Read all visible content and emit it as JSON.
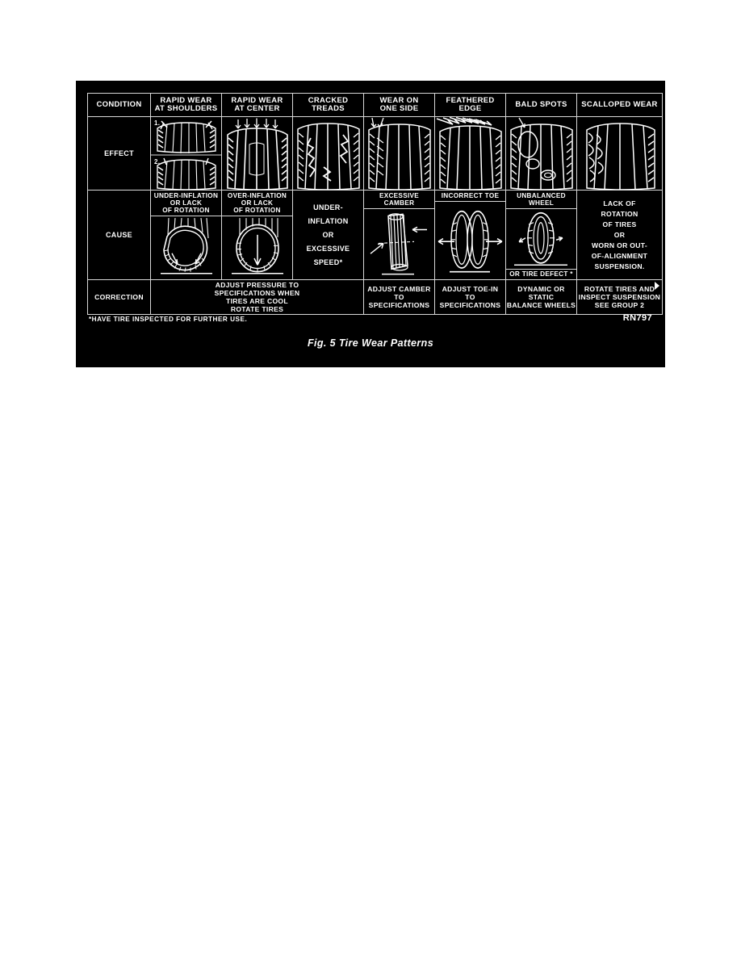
{
  "figure": {
    "caption": "Fig. 5 Tire Wear Patterns",
    "code": "RN797",
    "footnote": "*HAVE TIRE INSPECTED FOR FURTHER USE."
  },
  "table": {
    "row_labels": {
      "condition": "CONDITION",
      "effect": "EFFECT",
      "cause": "CAUSE",
      "correction": "CORRECTION"
    },
    "conditions": [
      "RAPID WEAR\nAT  SHOULDERS",
      "RAPID WEAR\nAT CENTER",
      "CRACKED TREADS",
      "WEAR ON\nONE SIDE",
      "FEATHERED  EDGE",
      "BALD SPOTS",
      "SCALLOPED   WEAR"
    ],
    "condition_lines": [
      [
        "RAPID WEAR",
        "AT  SHOULDERS"
      ],
      [
        "RAPID WEAR",
        "AT CENTER"
      ],
      [
        "CRACKED TREADS"
      ],
      [
        "WEAR ON",
        "ONE SIDE"
      ],
      [
        "FEATHERED  EDGE"
      ],
      [
        "BALD SPOTS"
      ],
      [
        "SCALLOPED   WEAR"
      ]
    ],
    "effect_captions": [
      "1.",
      "2."
    ],
    "causes": [
      {
        "heading_lines": [
          "UNDER-INFLATION",
          "OR LACK",
          "OF ROTATION"
        ],
        "footer": ""
      },
      {
        "heading_lines": [
          "OVER-INFLATION",
          "OR LACK",
          "OF ROTATION"
        ],
        "footer": ""
      },
      {
        "text_lines": [
          "UNDER-INFLATION",
          "OR",
          "EXCESSIVE SPEED*"
        ]
      },
      {
        "heading_lines": [
          "EXCESSIVE CAMBER"
        ],
        "footer": ""
      },
      {
        "heading_lines": [
          "INCORRECT TOE"
        ],
        "footer": ""
      },
      {
        "heading_lines": [
          "UNBALANCED",
          "WHEEL"
        ],
        "footer": "OR  TIRE   DEFECT *"
      },
      {
        "text_lines": [
          "LACK    OF",
          "ROTATION",
          "OF    TIRES",
          "OR",
          "WORN OR  OUT-",
          "OF-ALIGNMENT",
          "SUSPENSION."
        ]
      }
    ],
    "corrections": [
      {
        "span": 3,
        "lines": [
          "ADJUST PRESSURE TO",
          "SPECIFICATIONS WHEN",
          "TIRES ARE COOL",
          "ROTATE TIRES"
        ]
      },
      {
        "span": 1,
        "lines": [
          "ADJUST CAMBER",
          "TO",
          "SPECIFICATIONS"
        ]
      },
      {
        "span": 1,
        "lines": [
          "ADJUST TOE-IN",
          "TO",
          "SPECIFICATIONS"
        ]
      },
      {
        "span": 1,
        "lines": [
          "DYNAMIC OR",
          "STATIC",
          "BALANCE WHEELS"
        ]
      },
      {
        "span": 1,
        "lines": [
          "ROTATE TIRES AND",
          "INSPECT SUSPENSION",
          "SEE GROUP 2"
        ]
      }
    ]
  },
  "colors": {
    "panel_background": "#000000",
    "ink": "#ffffff",
    "rule": "#d8d8d8",
    "page": "#ffffff"
  }
}
